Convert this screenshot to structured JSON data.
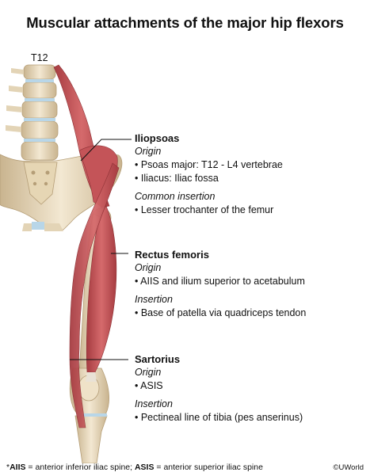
{
  "title": "Muscular attachments of the major hip flexors",
  "vertebra_label": "T12",
  "muscles": [
    {
      "name": "Iliopsoas",
      "origin_heading": "Origin",
      "origin_items": [
        "• Psoas major: T12 - L4 vertebrae",
        "• Iliacus: Iliac fossa"
      ],
      "insertion_heading": "Common insertion",
      "insertion_items": [
        "• Lesser trochanter of the femur"
      ]
    },
    {
      "name": "Rectus femoris",
      "origin_heading": "Origin",
      "origin_items": [
        "• AIIS and ilium superior to acetabulum"
      ],
      "insertion_heading": "Insertion",
      "insertion_items": [
        "• Base of patella via quadriceps tendon"
      ]
    },
    {
      "name": "Sartorius",
      "origin_heading": "Origin",
      "origin_items": [
        "• ASIS"
      ],
      "insertion_heading": "Insertion",
      "insertion_items": [
        "• Pectineal line of tibia (pes anserinus)"
      ]
    }
  ],
  "footnote": {
    "prefix": "*",
    "aiis_abbr": "AIIS",
    "aiis_def": " = anterior inferior iliac spine; ",
    "asis_abbr": "ASIS",
    "asis_def": " = anterior superior iliac spine"
  },
  "copyright": "©UWorld",
  "colors": {
    "muscle": "#c9575a",
    "muscle_dark": "#a63c41",
    "bone": "#eadcc0",
    "bone_shadow": "#c9b48f",
    "cartilage": "#b8d6e8",
    "leader": "#111111"
  }
}
